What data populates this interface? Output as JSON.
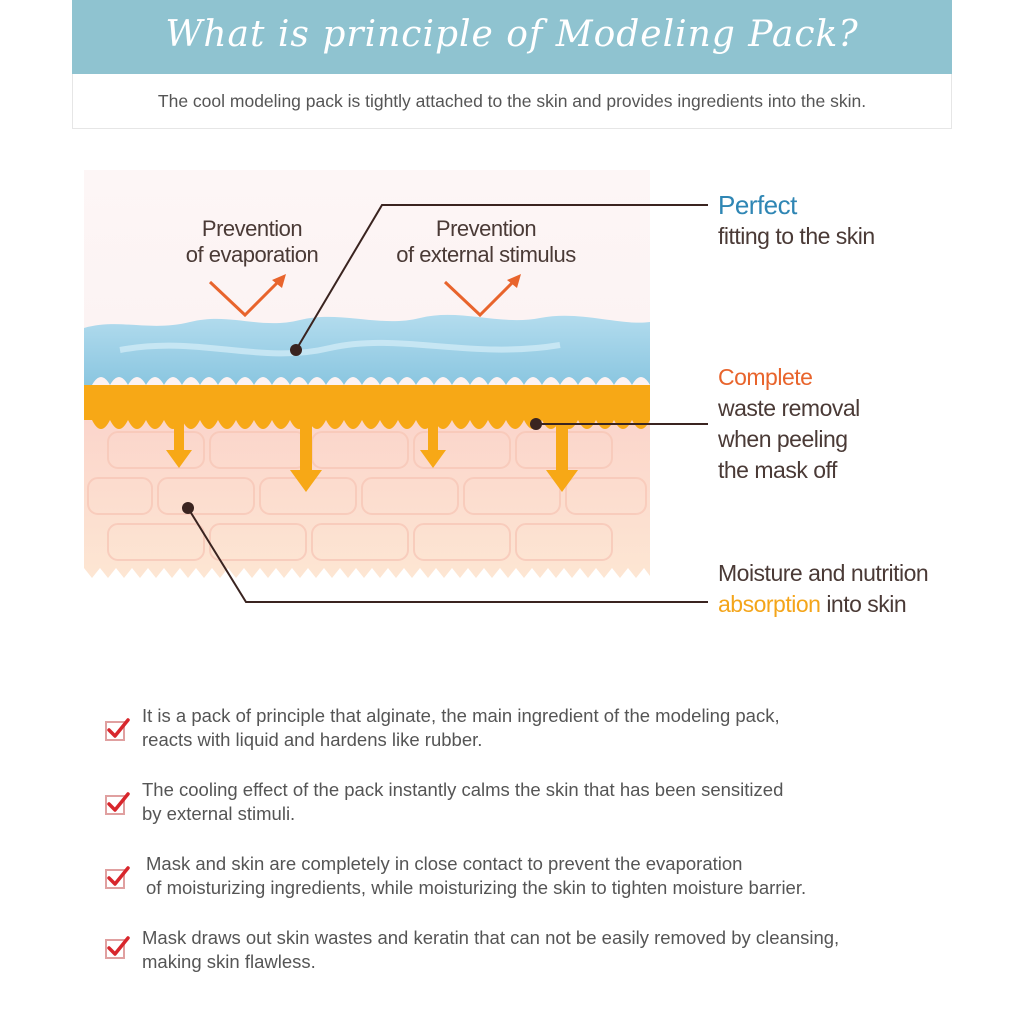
{
  "header": {
    "title": "What is principle of Modeling Pack?",
    "subtitle": "The cool modeling pack is tightly attached to the skin and provides ingredients into the skin."
  },
  "diagram": {
    "top_labels": [
      {
        "line1": "Prevention",
        "line2": "of evaporation"
      },
      {
        "line1": "Prevention",
        "line2": "of external stimulus"
      }
    ],
    "annotations": {
      "perfect": {
        "highlight": "Perfect",
        "text": "fitting to the skin"
      },
      "complete": {
        "highlight": "Complete",
        "line1": "waste removal",
        "line2": "when peeling",
        "line3": "the mask off"
      },
      "moisture": {
        "line1": "Moisture and nutrition",
        "highlight": "absorption",
        "rest": "into skin"
      }
    },
    "colors": {
      "pack": "#9fd0e6",
      "waste": "#f7a816",
      "skin": "#fbdccf",
      "arrow": "#e8642c",
      "highlight_blue": "#2f86b4",
      "highlight_orange": "#e8642c",
      "highlight_amber": "#f4a51a"
    }
  },
  "points": [
    {
      "icon": "checkbox-checked-icon",
      "line1": "It is a pack of principle that alginate, the main ingredient of the modeling pack,",
      "line2": "reacts with liquid and hardens like rubber."
    },
    {
      "icon": "checkbox-checked-icon",
      "line1": "The cooling effect of the pack instantly calms the skin that has been sensitized",
      "line2": "by external stimuli."
    },
    {
      "icon": "checkbox-checked-icon",
      "line1": "Mask and skin are completely in close contact to prevent the evaporation",
      "line2": "of moisturizing ingredients, while moisturizing the skin to tighten moisture barrier."
    },
    {
      "icon": "checkbox-checked-icon",
      "line1": "Mask draws out skin wastes and keratin that can not be easily removed by cleansing,",
      "line2": "making skin flawless."
    }
  ]
}
